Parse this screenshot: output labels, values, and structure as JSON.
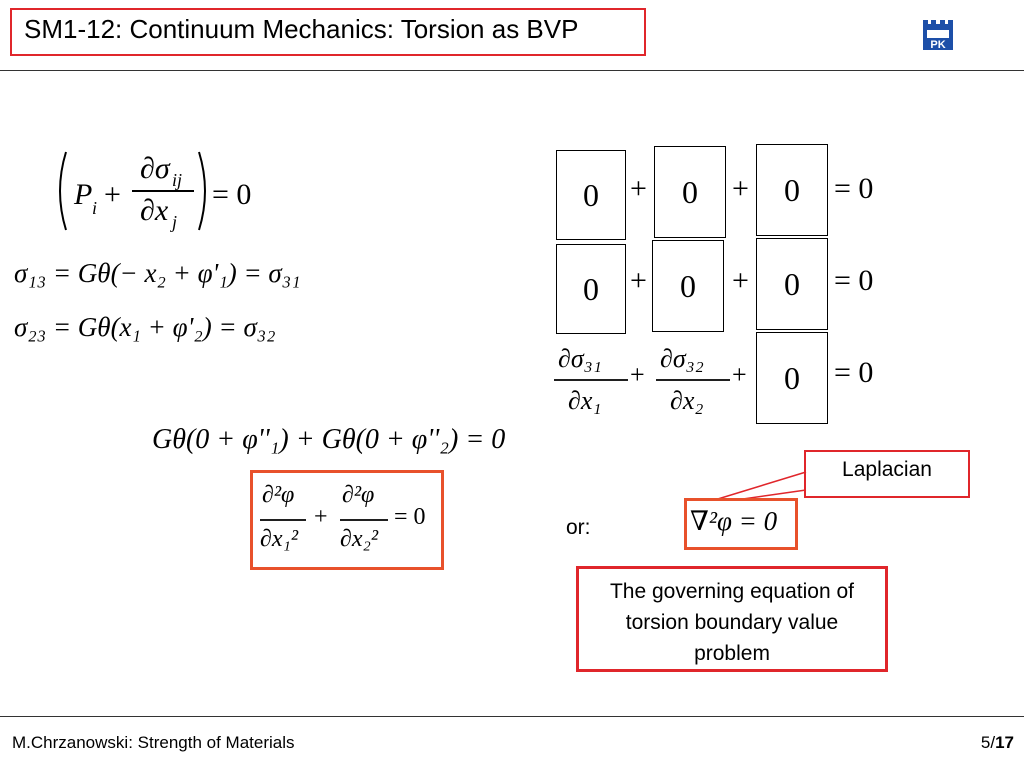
{
  "header": {
    "title": "SM1-12: Continuum Mechanics: Torsion as BVP",
    "logo_text": "PK"
  },
  "footer": {
    "author": "M.Chrzanowski: Strength of Materials",
    "page_current": "5/",
    "page_total": "17"
  },
  "equations": {
    "equilibrium": {
      "P": "P",
      "i": "i",
      "plus": "+",
      "dsigma": "∂σ",
      "ij": "ij",
      "dx": "∂x",
      "j": "j",
      "eq_zero": "= 0"
    },
    "sigma13": "σ₁₃ = Gθ(− x₂ + φ'₁) = σ₃₁",
    "sigma23": "σ₂₃ = Gθ(x₁ + φ'₂) = σ₃₂",
    "combined": "Gθ(0 + φ''₁) + Gθ(0 + φ''₂) = 0",
    "laplace_expanded": {
      "num1": "∂²φ",
      "den1": "∂x₁²",
      "plus": "+",
      "num2": "∂²φ",
      "den2": "∂x₂²",
      "eq_zero": "= 0"
    },
    "laplace_short": "∇²φ = 0",
    "row3": {
      "num1": "∂σ₃₁",
      "den1": "∂x₁",
      "num2": "∂σ₃₂",
      "den2": "∂x₂",
      "plus": "+",
      "eq_zero": "= 0"
    }
  },
  "zero_grid": {
    "zero": "0",
    "plus": "+",
    "eq_zero": "= 0"
  },
  "labels": {
    "or": "or:",
    "laplacian": "Laplacian",
    "governing": "The governing equation of torsion boundary value problem"
  },
  "colors": {
    "title_border": "#e0262b",
    "callout_border": "#e0262b",
    "highlight_border": "#e8512b"
  }
}
